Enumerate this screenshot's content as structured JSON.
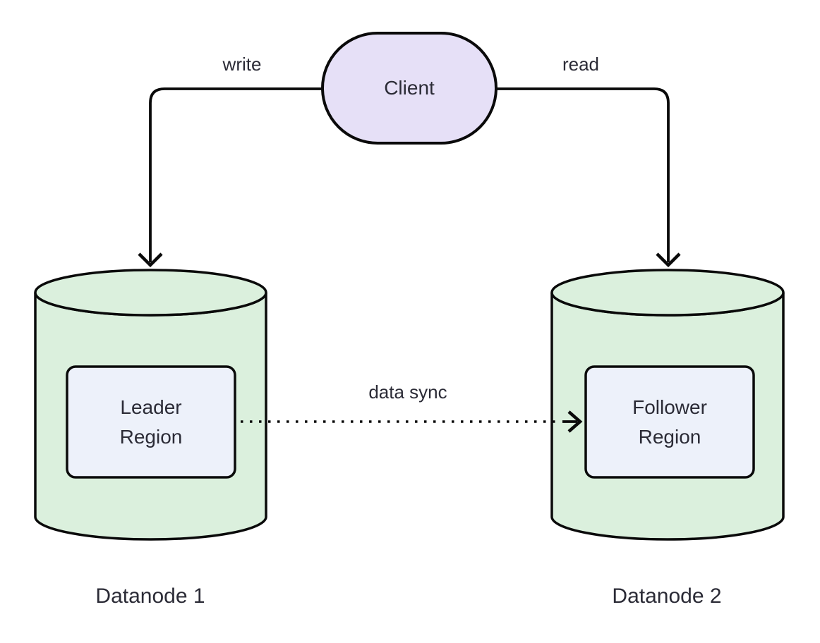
{
  "diagram": {
    "client": {
      "label": "Client"
    },
    "datanode1": {
      "caption": "Datanode 1",
      "region": {
        "line1": "Leader",
        "line2": "Region"
      }
    },
    "datanode2": {
      "caption": "Datanode 2",
      "region": {
        "line1": "Follower",
        "line2": "Region"
      }
    },
    "edges": {
      "write": "write",
      "read": "read",
      "sync": "data sync"
    }
  },
  "colors": {
    "background": "#ffffff",
    "line": "#0a0a0a",
    "text": "#2b2b36",
    "client_fill": "#e6e0f7",
    "cylinder_fill": "#dbf0dd",
    "region_fill": "#edf1fa"
  }
}
